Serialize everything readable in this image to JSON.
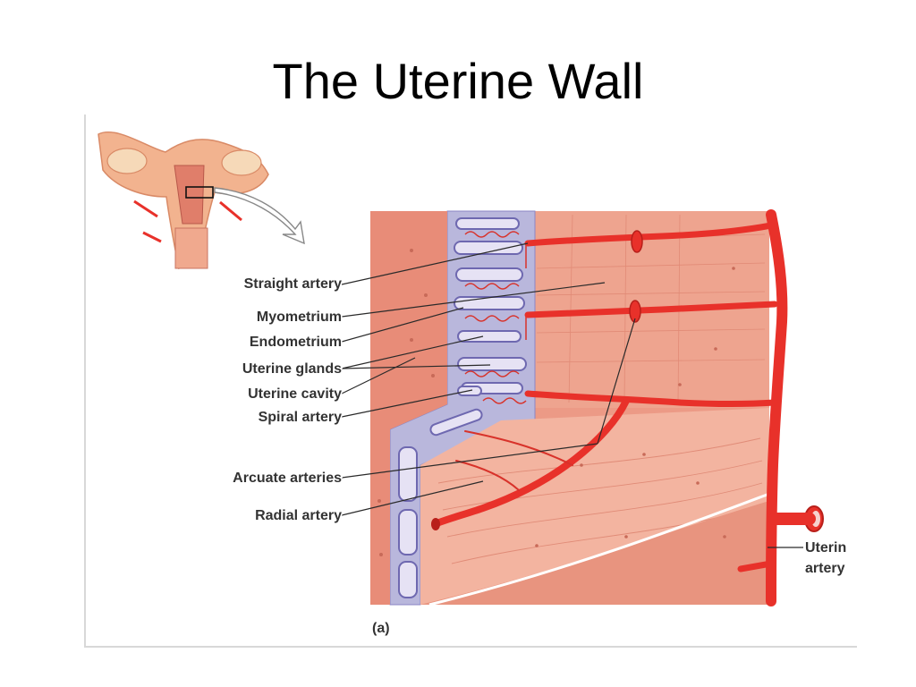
{
  "title": "The Uterine Wall",
  "labels": {
    "straight_artery": "Straight artery",
    "myometrium": "Myometrium",
    "endometrium": "Endometrium",
    "uterine_glands": "Uterine glands",
    "uterine_cavity": "Uterine cavity",
    "spiral_artery": "Spiral artery",
    "arcuate_arteries": "Arcuate arteries",
    "radial_artery": "Radial artery",
    "uterine_artery_line1": "Uterin",
    "uterine_artery_line2": "artery",
    "panel": "(a)"
  },
  "colors": {
    "muscle": "#ec9a86",
    "muscle_dark": "#d97a66",
    "endometrium": "#b9b7dc",
    "gland": "#8a86c4",
    "artery": "#e8312a",
    "artery_dark": "#b81f1a",
    "inset_tissue": "#f2b38f"
  }
}
